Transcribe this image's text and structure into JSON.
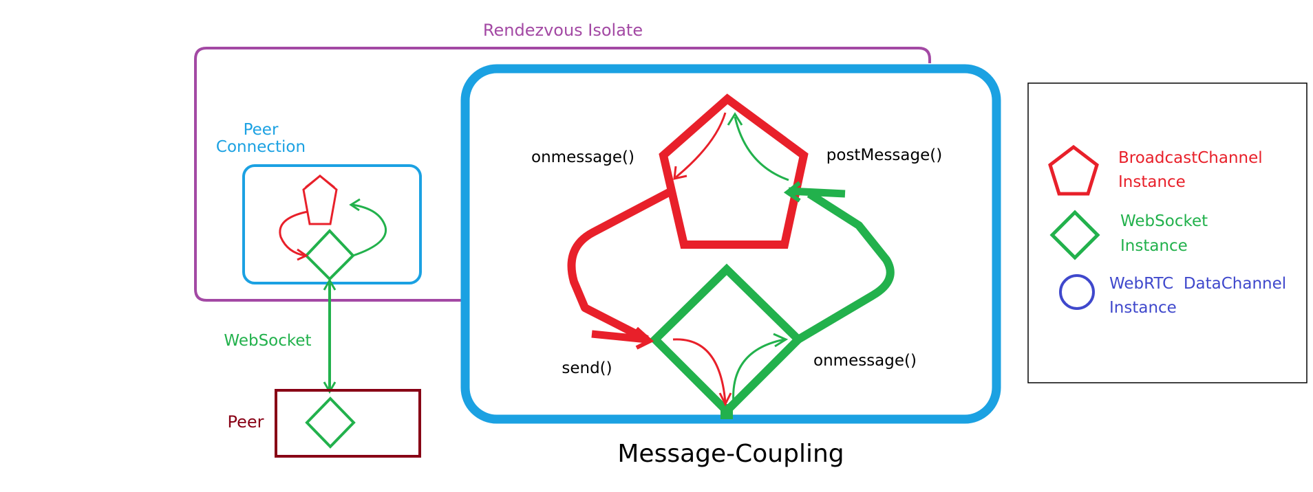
{
  "labels": {
    "isolate_title": "Rendezvous Isolate",
    "peer_connection_line1": "Peer",
    "peer_connection_line2": "Connection",
    "websocket_link": "WebSocket",
    "peer": "Peer",
    "onmessage_left": "onmessage()",
    "post_message": "postMessage()",
    "send": "send()",
    "onmessage_right": "onmessage()",
    "coupling_caption": "Message-Coupling"
  },
  "legend": [
    {
      "line1": "BroadcastChannel",
      "line2": "Instance",
      "shape": "pentagon",
      "color": "#e8202a"
    },
    {
      "line1": "WebSocket",
      "line2": "Instance",
      "shape": "diamond",
      "color": "#22b14c"
    },
    {
      "line1": "WebRTC  DataChannel",
      "line2": "Instance",
      "shape": "circle",
      "color": "#3f48cc"
    }
  ],
  "colors": {
    "purple": "#a349a4",
    "blue": "#1ba1e2",
    "red": "#e8202a",
    "green": "#22b14c",
    "dark_red": "#880015",
    "legend_blue": "#3f48cc"
  }
}
